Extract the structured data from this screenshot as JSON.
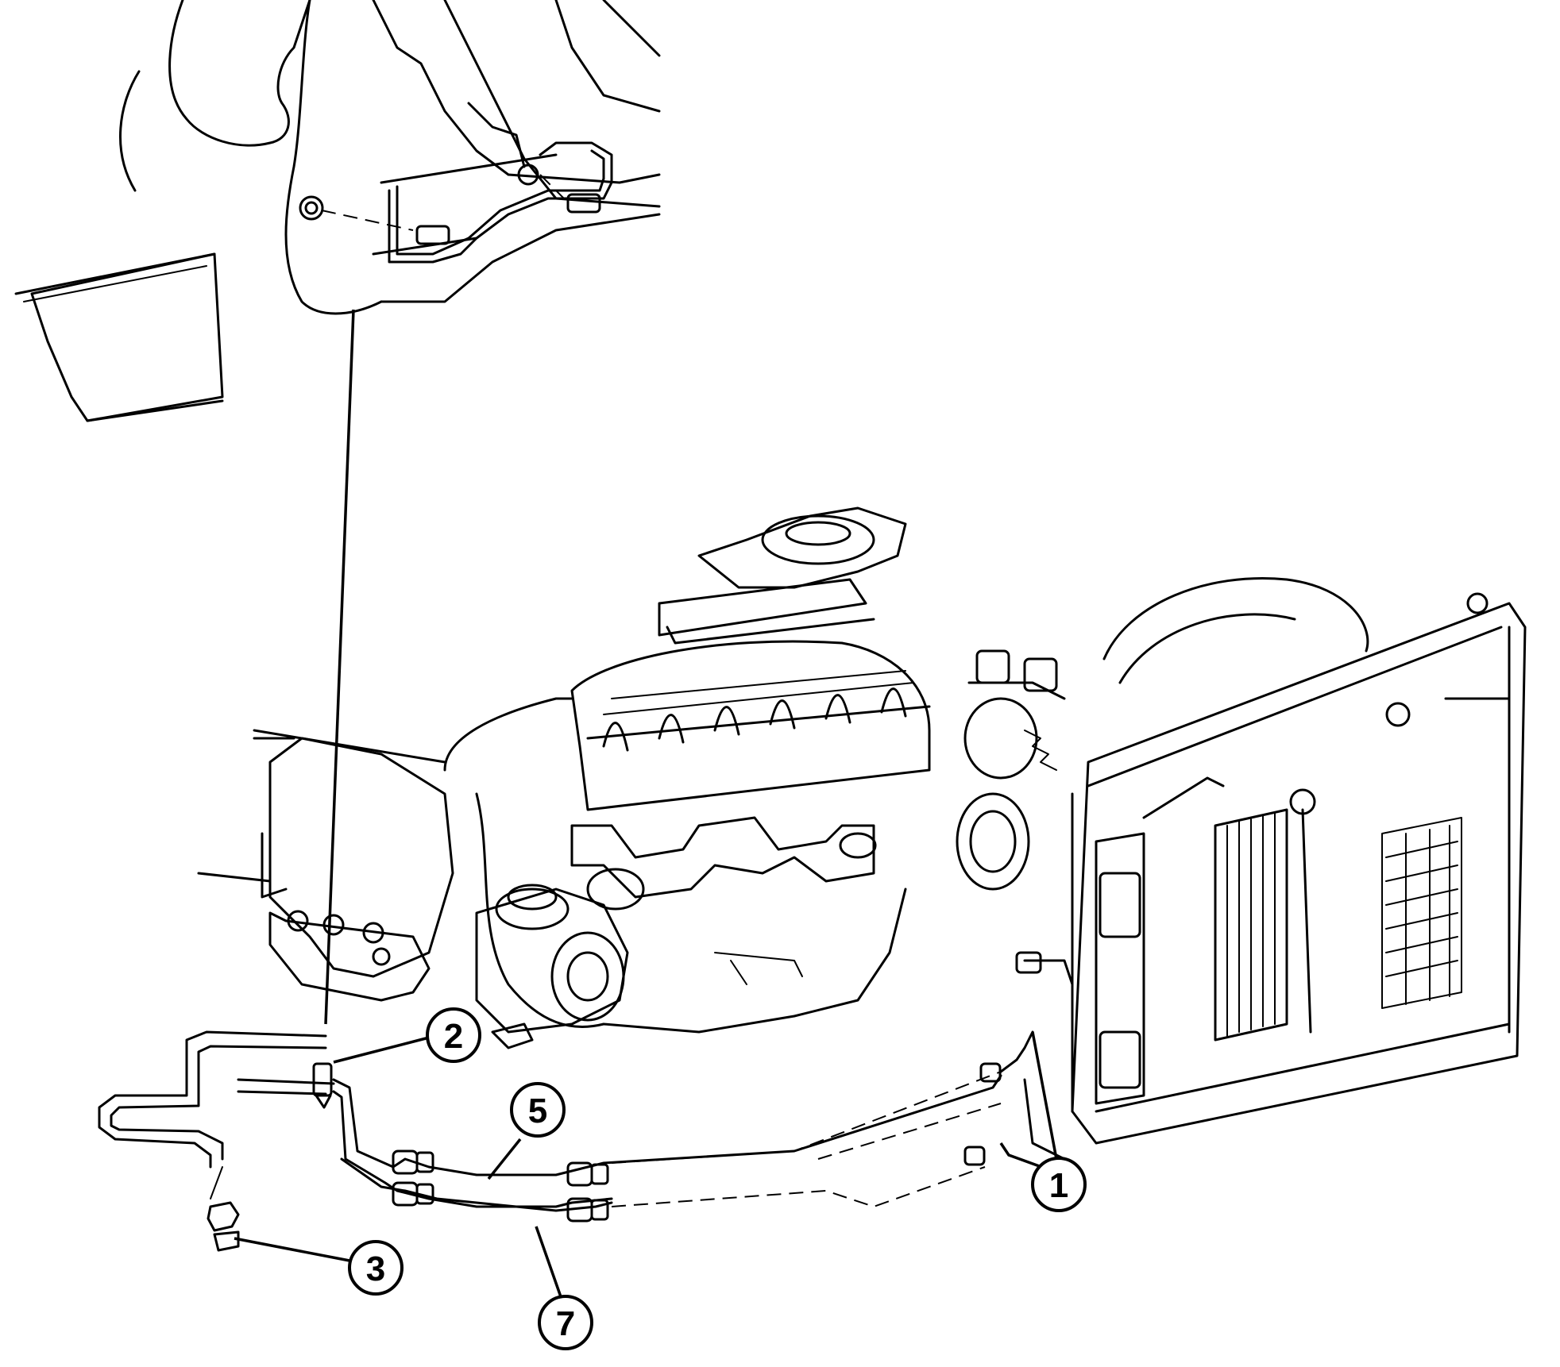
{
  "diagram": {
    "callouts": [
      {
        "id": "1",
        "label": "1"
      },
      {
        "id": "2",
        "label": "2"
      },
      {
        "id": "3",
        "label": "3"
      },
      {
        "id": "5",
        "label": "5"
      },
      {
        "id": "7",
        "label": "7"
      }
    ]
  }
}
